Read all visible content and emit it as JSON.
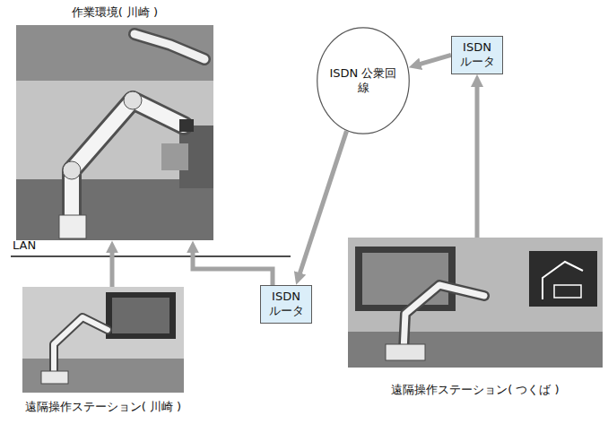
{
  "diagram": {
    "nodes": [
      {
        "text": [
          "作業環境( 川崎 )"
        ]
      },
      {
        "text": [
          "ISDN 公衆回線"
        ]
      },
      {
        "text": [
          "ISDN ルータ"
        ]
      },
      {
        "text": [
          "遠隔操作ステーション( 川崎 )"
        ]
      },
      {
        "text": [
          "ISDN ルータ"
        ]
      },
      {
        "text": [
          "遠隔操作ステーション( つくば )"
        ]
      }
    ],
    "edges": [
      {
        "from": 3,
        "to": 0,
        "arrow": "to"
      },
      {
        "from": 4,
        "to": 0,
        "arrow": "to"
      },
      {
        "from": 1,
        "to": 4,
        "arrow": "to"
      },
      {
        "from": 2,
        "to": 1,
        "arrow": "to"
      },
      {
        "from": 5,
        "to": 2,
        "arrow": "to"
      }
    ],
    "labels": [
      "LAN"
    ]
  }
}
